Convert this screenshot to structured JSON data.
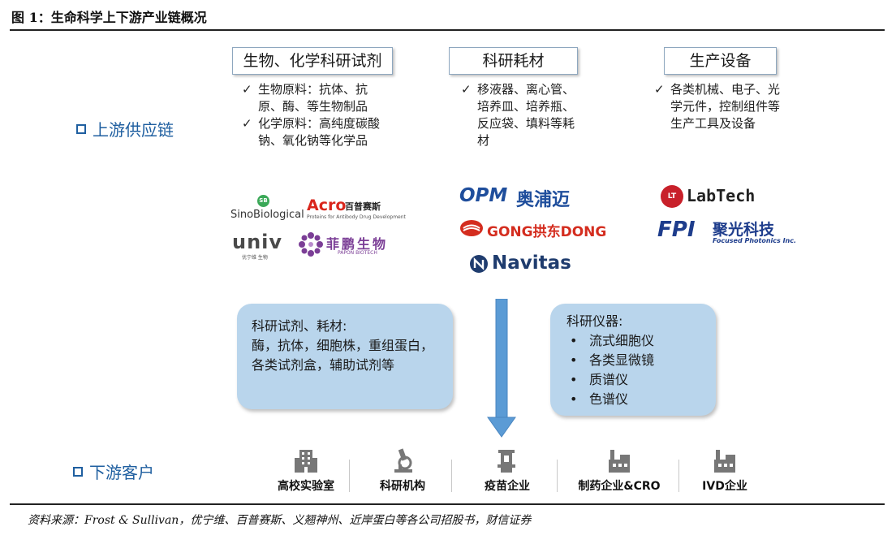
{
  "figure": {
    "title": "图 1：生命科学上下游产业链概况"
  },
  "upstream": {
    "label": "上游供应链",
    "categories": [
      {
        "title": "生物、化学科研试剂",
        "items": [
          "生物原料：抗体、抗原、酶、等生物制品",
          "化学原料：高纯度碳酸钠、氧化钠等化学品"
        ]
      },
      {
        "title": "科研耗材",
        "items": [
          "移液器、离心管、培养皿、培养瓶、反应袋、填料等耗材"
        ]
      },
      {
        "title": "生产设备",
        "items": [
          "各类机械、电子、光学元件，控制组件等生产工具及设备"
        ]
      }
    ],
    "check_symbol": "✓",
    "logos": {
      "sino_badge": "SB",
      "sino": "SinoBiological",
      "acro": "Acro",
      "acro_cn": "百普赛斯",
      "acro_sub": "Proteins for Antibody Drug Development",
      "univ": "univ",
      "univ_sub": "优宁维  生物",
      "papon_cn": "菲鹏生物",
      "papon_en": "PAPON BIOTECH",
      "opm": "OPM",
      "opm_cn": "奥浦迈",
      "gong": "GONG拱东DONG",
      "navitas": "Navitas",
      "labtech": "LabTech",
      "labtech_badge": "LT",
      "fpi": "FPI",
      "fpi_cn": "聚光科技",
      "fpi_en": "Focused Photonics Inc."
    }
  },
  "middle": {
    "left_bubble": {
      "title": "科研试剂、耗材:",
      "body": "酶，抗体，细胞株，重组蛋白，各类试剂盒，辅助试剂等"
    },
    "right_bubble": {
      "title": "科研仪器:",
      "items": [
        "流式细胞仪",
        "各类显微镜",
        "质谱仪",
        "色谱仪"
      ],
      "bullet": "•"
    }
  },
  "downstream": {
    "label": "下游客户",
    "customers": [
      {
        "label": "高校实验室",
        "icon": "building-icon"
      },
      {
        "label": "科研机构",
        "icon": "microscope-icon"
      },
      {
        "label": "疫苗企业",
        "icon": "vaccine-icon"
      },
      {
        "label": "制药企业&CRO",
        "icon": "factory-icon"
      },
      {
        "label": "IVD企业",
        "icon": "factory-icon"
      }
    ]
  },
  "source": "资料来源：Frost & Sullivan，优宁维、百普赛斯、义翘神州、近岸蛋白等各公司招股书，财信证券",
  "colors": {
    "accent_blue": "#1f5fa0",
    "bubble": "#b9d5ec",
    "arrow": "#5b9bd5",
    "icon_gray": "#777777"
  }
}
